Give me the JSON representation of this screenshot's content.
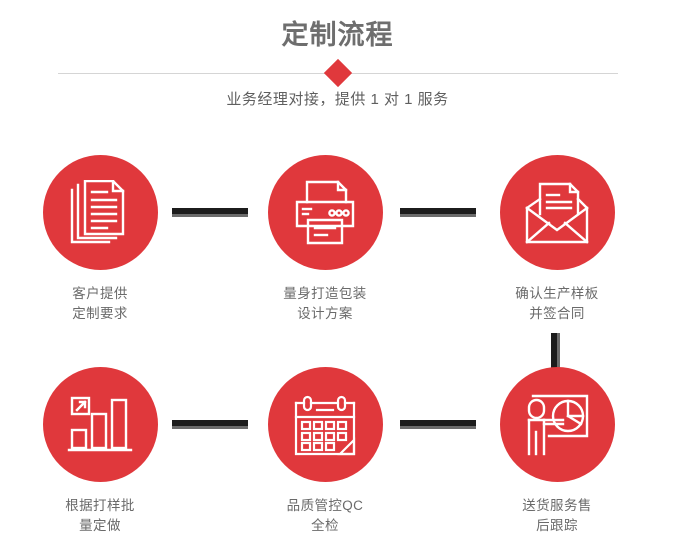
{
  "header": {
    "title": "定制流程",
    "subtitle": "业务经理对接，提供 1 对 1 服务",
    "accent_color": "#e0383c",
    "title_color": "#6e6e6e",
    "divider_color": "#d5d5d5"
  },
  "flow": {
    "steps": [
      {
        "index": 1,
        "icon": "documents-stack-icon",
        "label": "客户提供\n定制要求",
        "line1": "客户提供",
        "line2": "定制要求"
      },
      {
        "index": 2,
        "icon": "printer-icon",
        "label": "量身打造包装\n设计方案",
        "line1": "量身打造包装",
        "line2": "设计方案"
      },
      {
        "index": 3,
        "icon": "envelope-document-icon",
        "label": "确认生产样板\n并签合同",
        "line1": "确认生产样板",
        "line2": "并签合同"
      },
      {
        "index": 4,
        "icon": "bar-chart-growth-icon",
        "label": "根据打样批\n量定做",
        "line1": "根据打样批",
        "line2": "量定做"
      },
      {
        "index": 5,
        "icon": "calendar-icon",
        "label": "品质管控QC\n全检",
        "line1": "品质管控QC",
        "line2": "全检"
      },
      {
        "index": 6,
        "icon": "presenter-piechart-icon",
        "label": "送货服务售\n后跟踪",
        "line1": "送货服务售",
        "line2": "后跟踪"
      }
    ],
    "connector_colors": {
      "dark": "#1c1c1c",
      "light": "#6b6b6b"
    },
    "circle_color": "#e0383c",
    "label_color": "#6a6a6a"
  }
}
